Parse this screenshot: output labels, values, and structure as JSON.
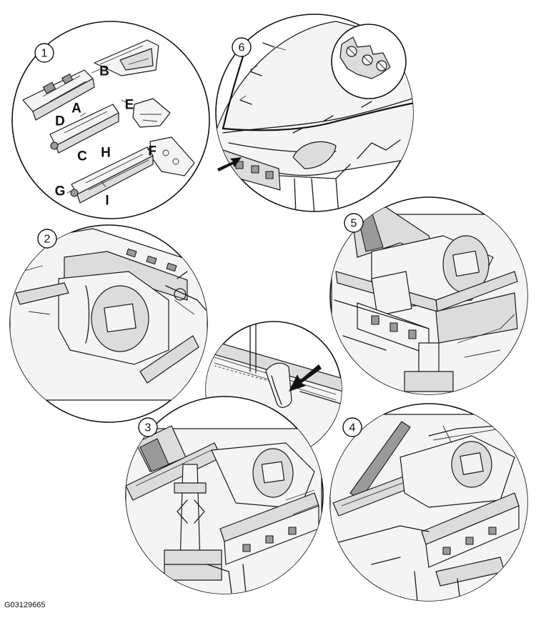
{
  "figure": {
    "code": "G03129665"
  },
  "steps": {
    "s1": "1",
    "s2": "2",
    "s3": "3",
    "s4": "4",
    "s5": "5",
    "s6": "6"
  },
  "parts": {
    "a": "A",
    "b": "B",
    "c": "C",
    "d": "D",
    "e": "E",
    "f": "F",
    "g": "G",
    "h": "H",
    "i": "I"
  }
}
